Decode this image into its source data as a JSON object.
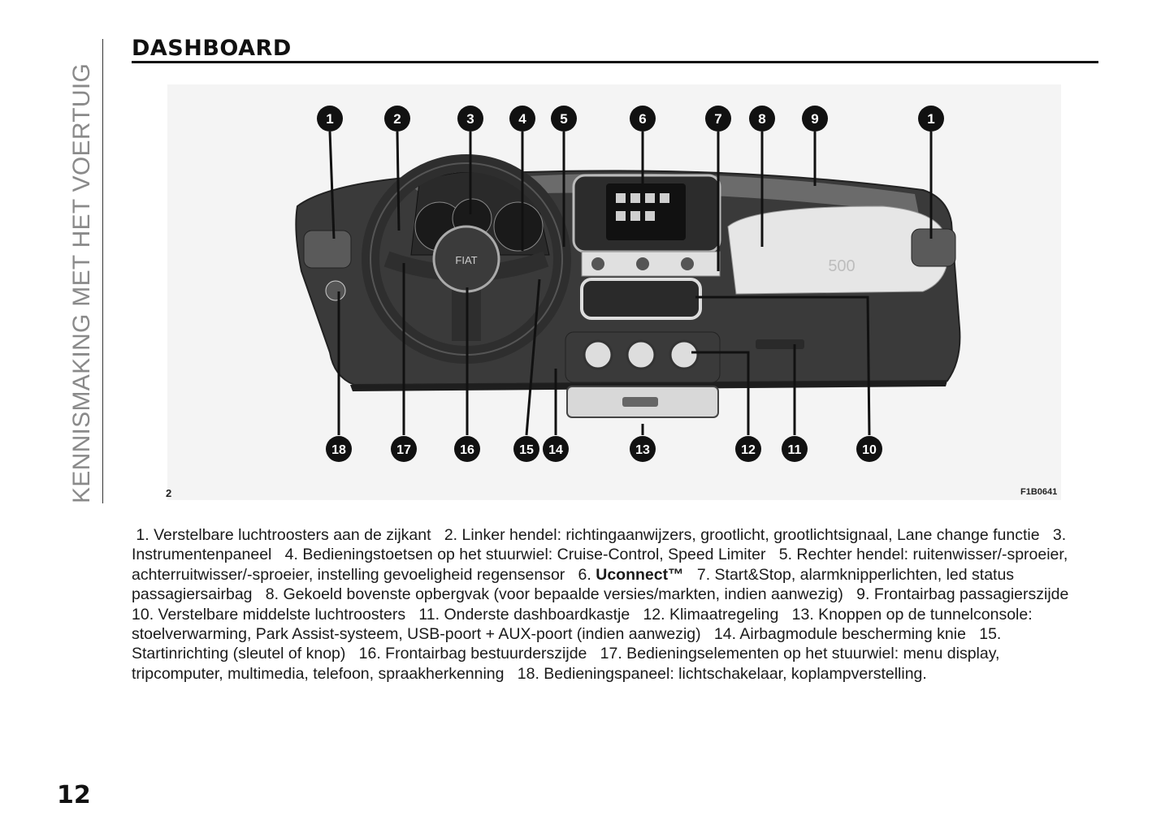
{
  "sidebar": {
    "section": "KENNISMAKING MET HET VOERTUIG"
  },
  "header": {
    "title": "DASHBOARD"
  },
  "figure": {
    "number": "2",
    "code": "F1B0641",
    "callouts_top": [
      "1",
      "2",
      "3",
      "4",
      "5",
      "6",
      "7",
      "8",
      "9",
      "1"
    ],
    "callouts_bottom": [
      "18",
      "17",
      "16",
      "15",
      "14",
      "13",
      "12",
      "11",
      "10"
    ],
    "screen_brand": "FIAT",
    "glovebox_badge": "500"
  },
  "legend": {
    "items": [
      "1. Verstelbare luchtroosters aan de zijkant",
      "2. Linker hendel: richtingaanwijzers, grootlicht, grootlichtsignaal, Lane change functie",
      "3. Instrumentenpaneel",
      "4. Bedieningstoetsen op het stuurwiel: Cruise-Control, Speed Limiter",
      "5. Rechter hendel: ruitenwisser/-sproeier, achterruitwisser/-sproeier, instelling gevoeligheid regensensor",
      "6. ",
      "7. Start&Stop, alarmknipperlichten, led status passagiersairbag",
      "8. Gekoeld bovenste opbergvak (voor bepaalde versies/markten, indien aanwezig)",
      "9. Frontairbag passagierszijde",
      "10. Verstelbare middelste luchtroosters",
      "11. Onderste dashboardkastje",
      "12. Klimaatregeling",
      "13. Knoppen op de tunnelconsole: stoelverwarming, Park Assist-systeem, USB-poort + AUX-poort (indien aanwezig)",
      "14. Airbagmodule bescherming knie",
      "15. Startinrichting (sleutel of knop)",
      "16. Frontairbag bestuurderszijde",
      "17. Bedieningselementen op het stuurwiel: menu display, tripcomputer, multimedia, telefoon, spraakherkenning",
      "18. Bedieningspaneel: lichtschakelaar, koplampverstelling."
    ],
    "item6_bold": "Uconnect™"
  },
  "footer": {
    "page_number": "12"
  }
}
